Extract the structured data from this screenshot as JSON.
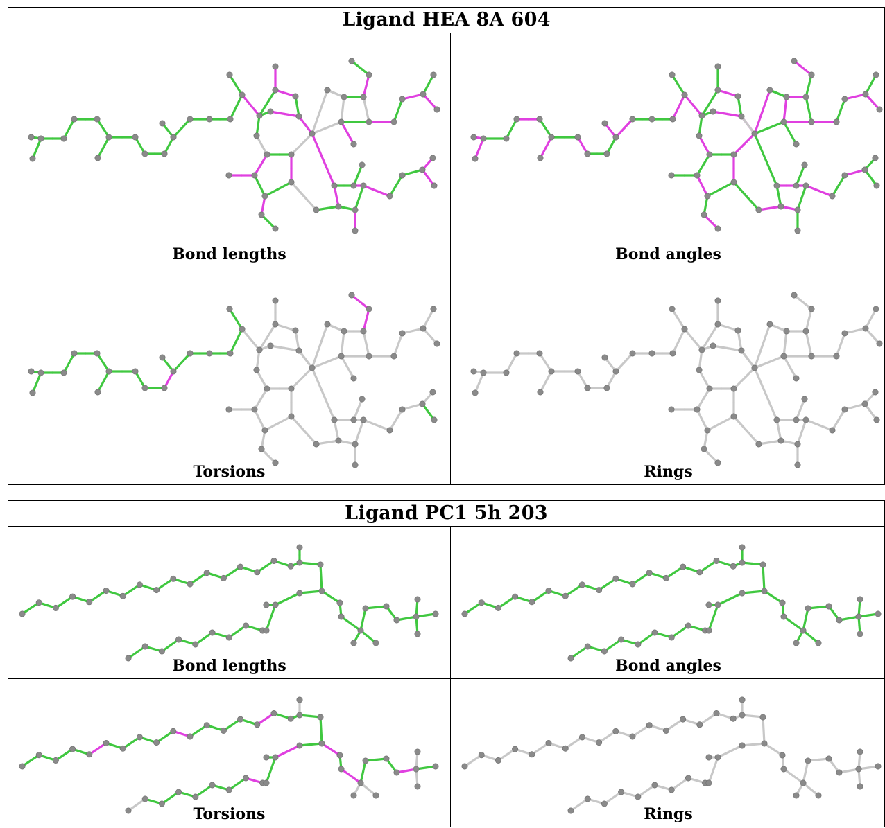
{
  "colors": {
    "deviation": "#e040e0",
    "ok": "#40c840",
    "neutral": "#c8c8c8",
    "atom": "#8a8a8a"
  },
  "ligands": [
    {
      "title": "Ligand HEA 8A 604",
      "panels": [
        {
          "caption": "Bond lengths"
        },
        {
          "caption": "Bond angles"
        },
        {
          "caption": "Torsions"
        },
        {
          "caption": "Rings"
        }
      ]
    },
    {
      "title": "Ligand PC1 5h 203",
      "panels": [
        {
          "caption": "Bond lengths"
        },
        {
          "caption": "Bond angles"
        },
        {
          "caption": "Torsions"
        },
        {
          "caption": "Rings"
        }
      ]
    }
  ]
}
